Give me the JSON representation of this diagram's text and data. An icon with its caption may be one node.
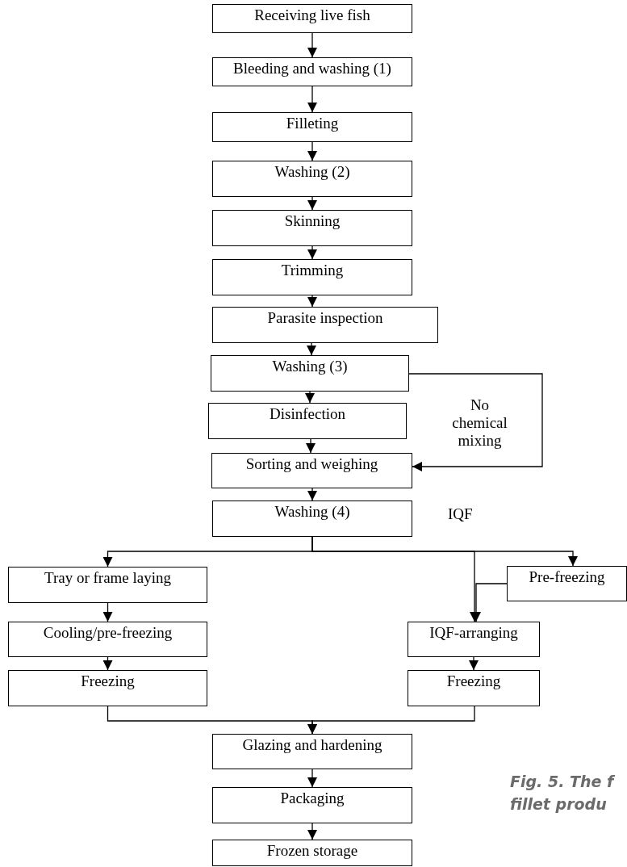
{
  "diagram": {
    "caption": "Fig. 5. The f fillet produ",
    "nodes": [
      {
        "text": [
          "Receiving live fish"
        ]
      },
      {
        "text": [
          "Bleeding and washing (1)"
        ]
      },
      {
        "text": [
          "Filleting"
        ]
      },
      {
        "text": [
          "Washing (2)"
        ]
      },
      {
        "text": [
          "Skinning"
        ]
      },
      {
        "text": [
          "Trimming"
        ]
      },
      {
        "text": [
          "Parasite inspection"
        ]
      },
      {
        "text": [
          "Washing (3)"
        ]
      },
      {
        "text": [
          "Disinfection"
        ]
      },
      {
        "text": [
          "Sorting and weighing"
        ]
      },
      {
        "text": [
          "Washing (4)"
        ]
      },
      {
        "text": [
          "Tray or frame laying"
        ]
      },
      {
        "text": [
          "Cooling/pre-freezing"
        ]
      },
      {
        "text": [
          "Freezing"
        ]
      },
      {
        "text": [
          "Pre-freezing"
        ]
      },
      {
        "text": [
          "IQF-arranging"
        ]
      },
      {
        "text": [
          "Freezing"
        ]
      },
      {
        "text": [
          "Glazing and hardening"
        ]
      },
      {
        "text": [
          "Packaging"
        ]
      },
      {
        "text": [
          "Frozen storage"
        ]
      }
    ],
    "edges": [
      {
        "from": 0,
        "to": 1,
        "arrow": "to"
      },
      {
        "from": 1,
        "to": 2,
        "arrow": "to"
      },
      {
        "from": 2,
        "to": 3,
        "arrow": "to"
      },
      {
        "from": 3,
        "to": 4,
        "arrow": "to"
      },
      {
        "from": 4,
        "to": 5,
        "arrow": "to"
      },
      {
        "from": 5,
        "to": 6,
        "arrow": "to"
      },
      {
        "from": 6,
        "to": 7,
        "arrow": "to"
      },
      {
        "from": 7,
        "to": 8,
        "arrow": "to"
      },
      {
        "from": 8,
        "to": 9,
        "arrow": "to"
      },
      {
        "from": 7,
        "to": 9,
        "label": "No chemical mixing",
        "arrow": "to"
      },
      {
        "from": 9,
        "to": 10,
        "arrow": "to"
      },
      {
        "from": 10,
        "to": 11,
        "arrow": "to"
      },
      {
        "from": 10,
        "to": 15,
        "arrow": "to"
      },
      {
        "from": 10,
        "to": 14,
        "arrow": "to"
      },
      {
        "from": 14,
        "to": 15,
        "arrow": "to"
      },
      {
        "from": 11,
        "to": 12,
        "arrow": "to"
      },
      {
        "from": 12,
        "to": 13,
        "arrow": "to"
      },
      {
        "from": 15,
        "to": 16,
        "arrow": "to"
      },
      {
        "from": 13,
        "to": 17,
        "arrow": "to"
      },
      {
        "from": 16,
        "to": 17,
        "arrow": "to"
      },
      {
        "from": 17,
        "to": 18,
        "arrow": "to"
      },
      {
        "from": 18,
        "to": 19,
        "arrow": "to"
      }
    ],
    "labels": [
      "IQF"
    ]
  }
}
